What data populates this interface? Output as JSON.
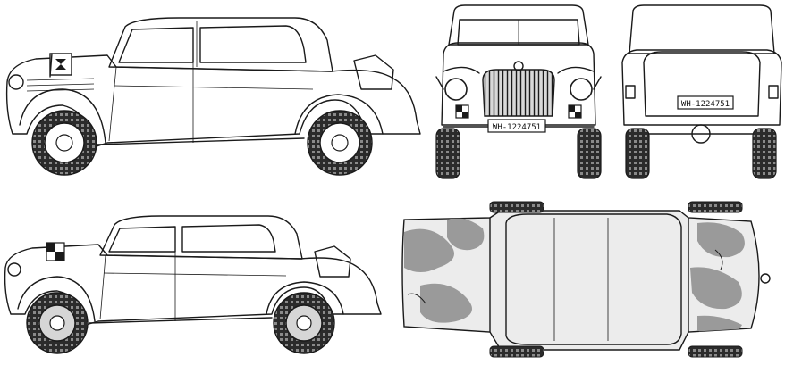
{
  "plates": {
    "front": "WH-1224751",
    "rear": "WH-1224751"
  },
  "colors": {
    "line": "#1a1a1a",
    "paper": "#ffffff",
    "body_light": "#f2f2f2",
    "body_gray": "#bdbdbd",
    "camo_light": "#ececec",
    "camo_dark": "#9a9a9a",
    "tire": "#2b2b2b"
  },
  "views": [
    {
      "name": "side-view-line",
      "fill": "light"
    },
    {
      "name": "front-view",
      "fill": "light"
    },
    {
      "name": "rear-view",
      "fill": "light"
    },
    {
      "name": "side-view-gray",
      "fill": "gray"
    },
    {
      "name": "top-view-camouflage",
      "fill": "camo"
    }
  ]
}
